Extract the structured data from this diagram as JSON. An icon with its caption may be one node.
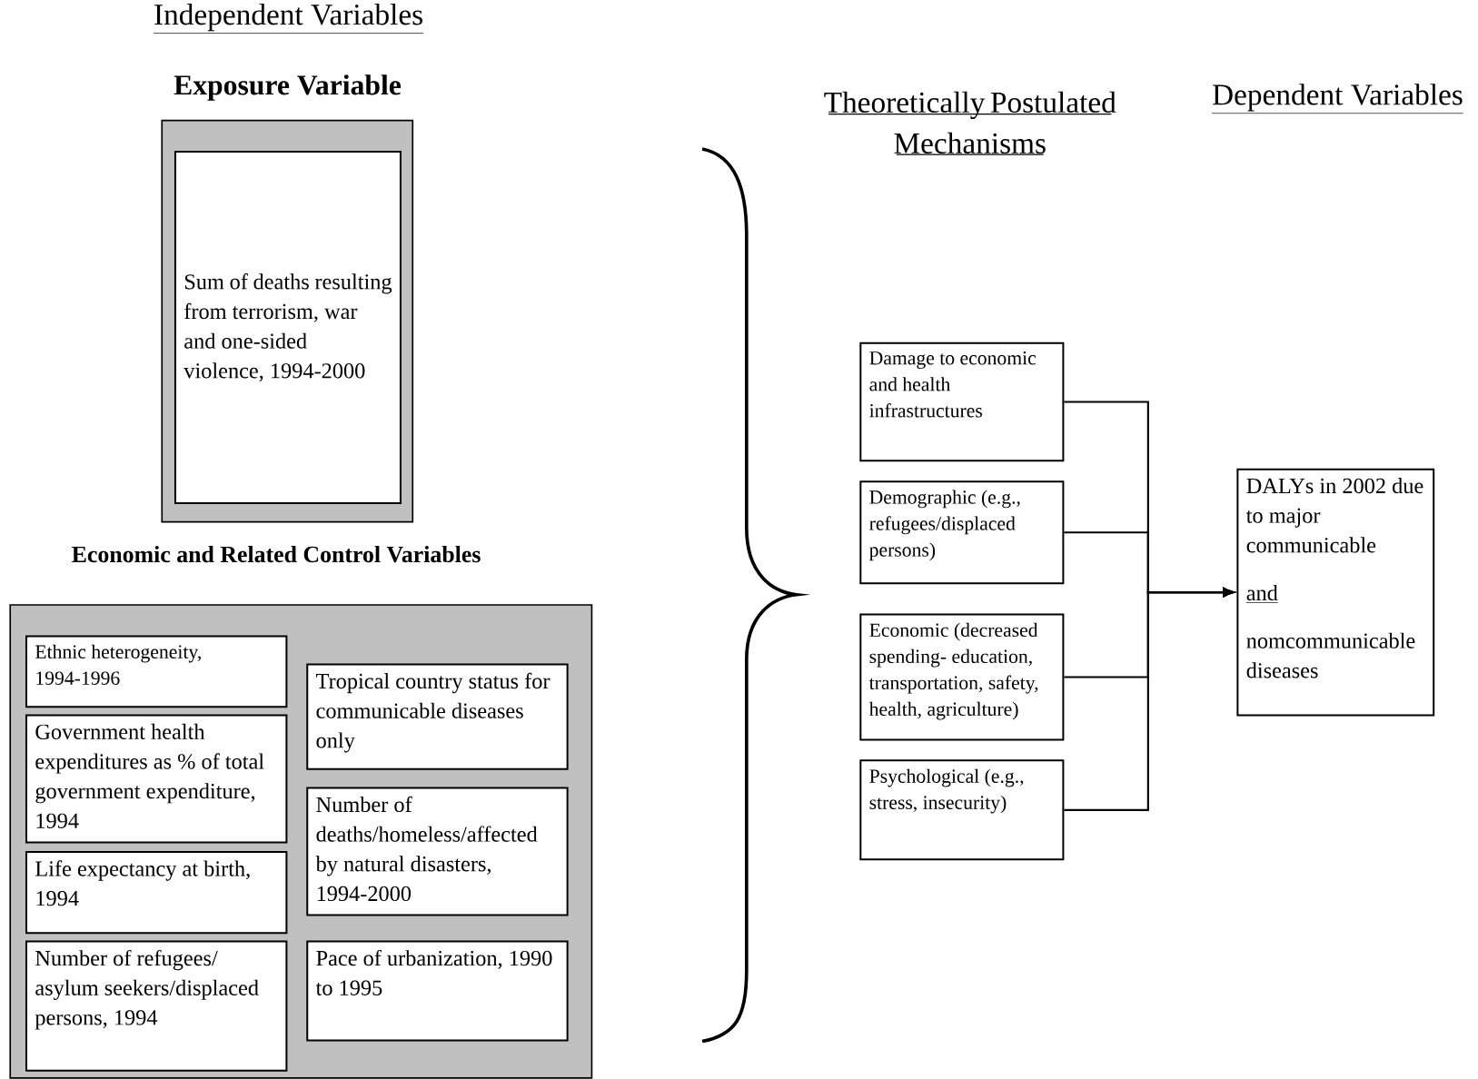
{
  "diagram": {
    "nodes": [
      {
        "text": [
          "Exposure Variable"
        ]
      },
      {
        "text": [
          "Sum of deaths resulting from terrorism, war and one-sided violence, 1994-2000"
        ],
        "in": 0
      },
      {
        "text": [
          "Economic and Related Control Variables"
        ]
      },
      {
        "text": [
          "Ethnic heterogeneity, 1994-1996"
        ],
        "in": 2
      },
      {
        "text": [
          "Government health expenditures as % of total government expenditure, 1994"
        ],
        "in": 2
      },
      {
        "text": [
          "Life expectancy at birth, 1994"
        ],
        "in": 2
      },
      {
        "text": [
          "Number of refugees/ asylum seekers/displaced persons, 1994"
        ],
        "in": 2
      },
      {
        "text": [
          "Tropical country status for communicable diseases only"
        ],
        "in": 2
      },
      {
        "text": [
          "Number of deaths/homeless/affected by natural disasters, 1994-2000"
        ],
        "in": 2
      },
      {
        "text": [
          "Pace of urbanization, 1990 to 1995"
        ],
        "in": 2
      },
      {
        "text": [
          "Damage to economic and health infrastructures"
        ]
      },
      {
        "text": [
          "Demographic (e.g., refugees/displaced persons)"
        ]
      },
      {
        "text": [
          "Economic (decreased spending- education, transportation, safety, health, agriculture)"
        ]
      },
      {
        "text": [
          "Psychological (e.g., stress, insecurity)"
        ]
      },
      {
        "text": [
          "DALYs in 2002 due to major communicable",
          "and",
          "nomcommunicable diseases"
        ]
      }
    ],
    "edges": [
      {
        "from": 10,
        "to": 14,
        "arrow": "to"
      },
      {
        "from": 11,
        "to": 14,
        "arrow": "to"
      },
      {
        "from": 12,
        "to": 14,
        "arrow": "to"
      },
      {
        "from": 13,
        "to": 14,
        "arrow": "to"
      }
    ],
    "labels": [
      "Independent Variables",
      "Theoretically Postulated Mechanisms",
      "Dependent Variables"
    ]
  }
}
